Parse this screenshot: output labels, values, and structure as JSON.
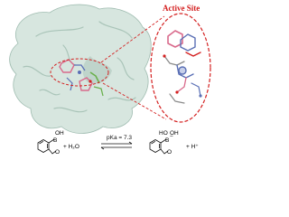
{
  "inset": {
    "label": "Active Site"
  },
  "reaction": {
    "left_atoms": {
      "B": "B",
      "O": "O",
      "OH": "OH"
    },
    "plus_water": "+ H₂O",
    "equilibrium_label": "pKa = 7.3",
    "right_atoms": {
      "B": "B",
      "O": "O",
      "OH1": "OH",
      "HO": "HO"
    },
    "right_charge": "−",
    "plus_proton": "+ H⁺"
  },
  "colors": {
    "protein_surface": "#d7e6df",
    "protein_shade": "#9fbcb0",
    "highlight_ring": "#d42020",
    "ligand_pink": "#d96a8c",
    "ligand_blue": "#5a6fb5",
    "ligand_green": "#6ab04c",
    "residue_gray": "#8a8a8a"
  }
}
